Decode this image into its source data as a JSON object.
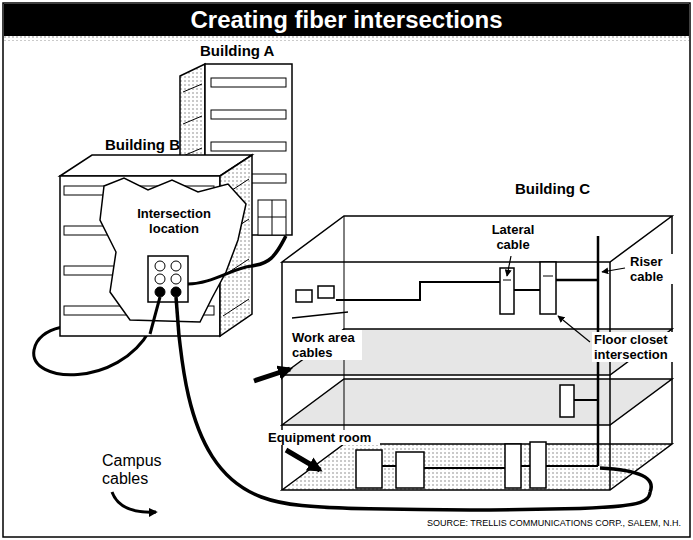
{
  "diagram": {
    "title": "Creating fiber intersections",
    "caption": "SOURCE: TRELLIS COMMUNICATIONS CORP., SALEM, N.H.",
    "nodes": [
      {
        "text": [
          "Building A"
        ]
      },
      {
        "text": [
          "Building B"
        ]
      },
      {
        "text": [
          "Building C"
        ]
      }
    ],
    "edges": [
      {
        "from": 1,
        "to": 0,
        "arrow": "none"
      },
      {
        "from": 1,
        "to": 2,
        "arrow": "none"
      }
    ],
    "labels": [
      "Intersection location",
      "Lateral cable",
      "Riser cable",
      "Work area cables",
      "Floor closet intersection",
      "Equipment room",
      "Campus cables"
    ]
  }
}
